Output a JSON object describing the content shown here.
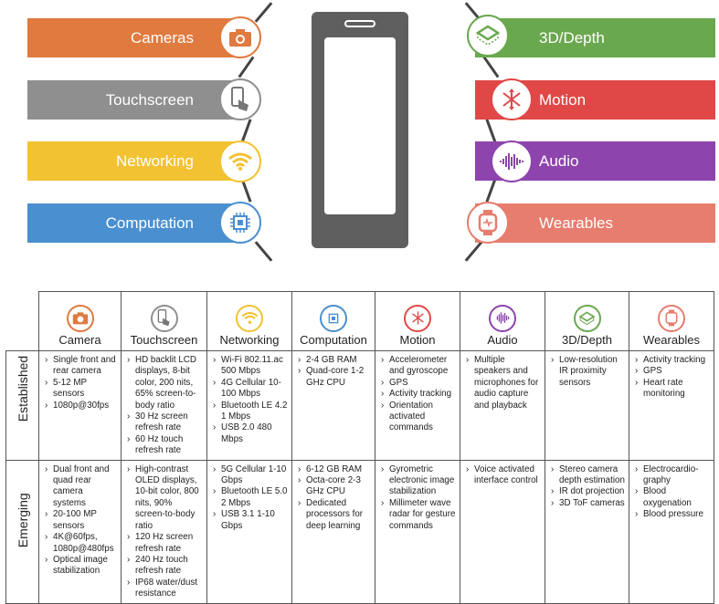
{
  "left_features": [
    {
      "label": "Cameras",
      "color": "#e07a3f",
      "icon": "camera-icon"
    },
    {
      "label": "Touchscreen",
      "color": "#8f8f8f",
      "icon": "touch-icon"
    },
    {
      "label": "Networking",
      "color": "#f2c232",
      "icon": "wifi-icon"
    },
    {
      "label": "Computation",
      "color": "#4a8fd0",
      "icon": "chip-icon"
    }
  ],
  "right_features": [
    {
      "label": "3D/Depth",
      "color": "#6aa84f",
      "icon": "cube-icon"
    },
    {
      "label": "Motion",
      "color": "#e04848",
      "icon": "motion-icon"
    },
    {
      "label": "Audio",
      "color": "#8e44ad",
      "icon": "audio-wave-icon"
    },
    {
      "label": "Wearables",
      "color": "#e67d6e",
      "icon": "watch-icon"
    }
  ],
  "table": {
    "columns": [
      {
        "label": "Camera",
        "color": "#e07a3f"
      },
      {
        "label": "Touchscreen",
        "color": "#8f8f8f"
      },
      {
        "label": "Networking",
        "color": "#f2c232"
      },
      {
        "label": "Computation",
        "color": "#4a8fd0"
      },
      {
        "label": "Motion",
        "color": "#e04848"
      },
      {
        "label": "Audio",
        "color": "#8e44ad"
      },
      {
        "label": "3D/Depth",
        "color": "#6aa84f"
      },
      {
        "label": "Wearables",
        "color": "#e67d6e"
      }
    ],
    "rows": [
      {
        "label": "Established",
        "cells": [
          [
            "Single front and rear camera",
            "5-12 MP sensors",
            "1080p@30fps"
          ],
          [
            "HD backlit LCD displays, 8-bit color, 200 nits, 65% screen-to-body ratio",
            "30 Hz screen refresh rate",
            "60 Hz touch refresh rate"
          ],
          [
            "Wi-Fi 802.11.ac 500 Mbps",
            "4G Cellular 10-100 Mbps",
            "Bluetooth LE 4.2 1 Mbps",
            "USB 2.0 480 Mbps"
          ],
          [
            "2-4 GB RAM",
            "Quad-core 1-2 GHz CPU"
          ],
          [
            "Accelerometer and gyroscope",
            "GPS",
            "Activity tracking",
            "Orientation activated commands"
          ],
          [
            "Multiple speakers and microphones for audio capture and playback"
          ],
          [
            "Low-resolution IR proximity sensors"
          ],
          [
            "Activity tracking",
            "GPS",
            "Heart rate monitoring"
          ]
        ]
      },
      {
        "label": "Emerging",
        "cells": [
          [
            "Dual front and quad rear camera systems",
            "20-100 MP sensors",
            "4K@60fps, 1080p@480fps",
            "Optical image stabilization"
          ],
          [
            "High-contrast OLED displays, 10-bit color, 800 nits, 90% screen-to-body ratio",
            "120 Hz screen refresh rate",
            "240 Hz touch refresh rate",
            "IP68 water/dust resistance"
          ],
          [
            "5G Cellular 1-10 Gbps",
            "Bluetooth LE 5.0 2 Mbps",
            "USB 3.1 1-10 Gbps"
          ],
          [
            "6-12 GB RAM",
            "Octa-core 2-3 GHz CPU",
            "Dedicated processors for deep learning"
          ],
          [
            "Gyrometric electronic image stabilization",
            "Millimeter wave radar for gesture commands"
          ],
          [
            "Voice activated interface control"
          ],
          [
            "Stereo camera depth estimation",
            "IR dot projection",
            "3D ToF cameras"
          ],
          [
            "Electrocardio-graphy",
            "Blood oxygenation",
            "Blood pressure"
          ]
        ]
      }
    ]
  }
}
